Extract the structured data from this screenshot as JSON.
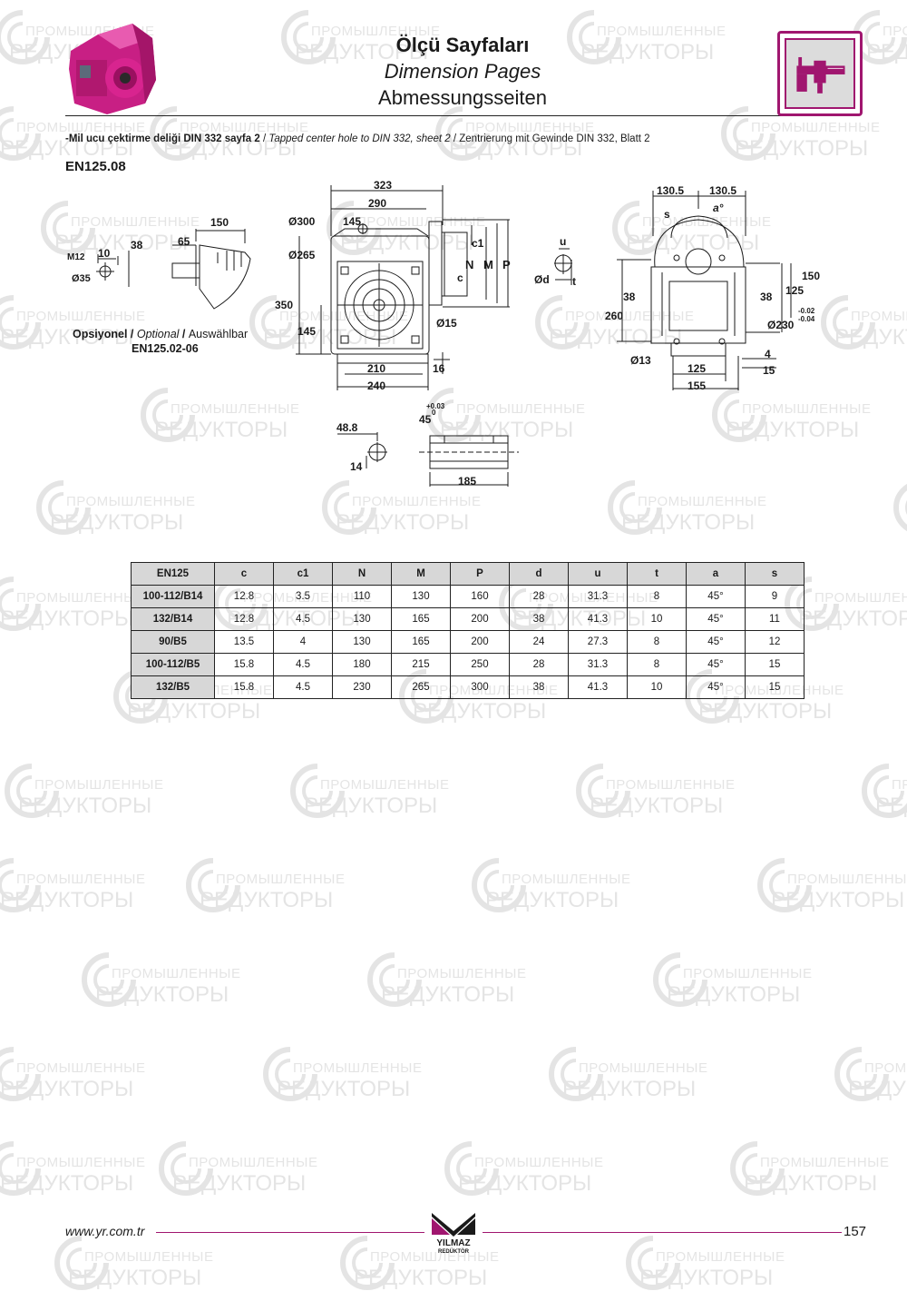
{
  "header": {
    "title_tr": "Ölçü Sayfaları",
    "title_en": "Dimension Pages",
    "title_de": "Abmessungsseiten"
  },
  "note": {
    "tr": "-Mil ucu çektirme deliği DIN 332 sayfa 2",
    "sep1": " / ",
    "en": "Tapped center hole to DIN 332, sheet 2",
    "sep2": " / ",
    "de": "Zentrierung mit Gewinde DIN 332, Blatt 2"
  },
  "model_code": "EN125.08",
  "watermark": {
    "line1": "ПРОМЫШЛЕННЫЕ",
    "line2": "РЕДУКТОРЫ"
  },
  "drawing": {
    "shaft_end": {
      "thread": "M12",
      "d": "Ø35",
      "a": "10",
      "b": "38",
      "len": "150",
      "len2": "65"
    },
    "optional": {
      "tr": "Opsiyonel",
      "sep1": " / ",
      "en": "Optional",
      "sep2": " / ",
      "de": "Auswählbar",
      "code": "EN125.02-06"
    },
    "front": {
      "w_total": "323",
      "w_inner": "290",
      "d300": "Ø300",
      "d265": "Ø265",
      "w145": "145",
      "h350": "350",
      "h145": "145",
      "d15": "Ø15",
      "w210": "210",
      "w240": "240",
      "t16": "16",
      "c1": "c1",
      "c": "c",
      "N": "N",
      "M": "M",
      "P": "P"
    },
    "key": {
      "u": "u",
      "d": "Ød",
      "t": "t"
    },
    "side": {
      "w1": "130.5",
      "w2": "130.5",
      "s": "s",
      "a": "a°",
      "l38": "38",
      "r38": "38",
      "h260": "260",
      "d13": "Ø13",
      "w125": "125",
      "w155": "155",
      "h150": "150",
      "h125": "125",
      "d230": "Ø230",
      "tol_up": "-0.02",
      "tol_dn": "-0.04",
      "t4": "4",
      "t15": "15"
    },
    "hollow": {
      "d48": "48.8",
      "t14": "14",
      "angle": "45",
      "tol_up": "+0.03",
      "tol_dn": "0",
      "len": "185"
    }
  },
  "table": {
    "headers": [
      "EN125",
      "c",
      "c1",
      "N",
      "M",
      "P",
      "d",
      "u",
      "t",
      "a",
      "s"
    ],
    "rows": [
      [
        "100-112/B14",
        "12.8",
        "3.5",
        "110",
        "130",
        "160",
        "28",
        "31.3",
        "8",
        "45°",
        "9"
      ],
      [
        "132/B14",
        "12.8",
        "4.5",
        "130",
        "165",
        "200",
        "38",
        "41.3",
        "10",
        "45°",
        "11"
      ],
      [
        "90/B5",
        "13.5",
        "4",
        "130",
        "165",
        "200",
        "24",
        "27.3",
        "8",
        "45°",
        "12"
      ],
      [
        "100-112/B5",
        "15.8",
        "4.5",
        "180",
        "215",
        "250",
        "28",
        "31.3",
        "8",
        "45°",
        "15"
      ],
      [
        "132/B5",
        "15.8",
        "4.5",
        "230",
        "265",
        "300",
        "38",
        "41.3",
        "10",
        "45°",
        "15"
      ]
    ]
  },
  "footer": {
    "url": "www.yr.com.tr",
    "logo_name": "YILMAZ",
    "logo_sub": "REDÜKTÖR",
    "page": "157"
  },
  "colors": {
    "brand": "#a0166f",
    "pink": "#d8248f",
    "table_head": "#d7d7d7"
  }
}
